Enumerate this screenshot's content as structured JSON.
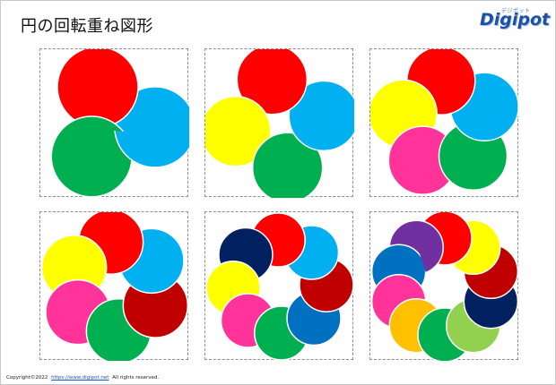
{
  "header": {
    "title": "円の回転重ね図形"
  },
  "logo": {
    "word": "Digipot",
    "sub": "デジポット"
  },
  "footer": {
    "copyright": "Copyright©2022",
    "link": "https://www.digipot.net",
    "rights": "All rights reserved."
  },
  "colors": {
    "red": "#ff0000",
    "green": "#00b050",
    "sky": "#00b0f0",
    "yellow": "#ffff00",
    "pink": "#ff3399",
    "darkred": "#c00000",
    "navy": "#002060",
    "blue": "#0070c0",
    "purple": "#7030a0",
    "orange": "#ffc000",
    "lightgreen": "#92d050"
  },
  "panels": [
    {
      "count": 3,
      "colors": [
        "red",
        "sky",
        "green"
      ]
    },
    {
      "count": 4,
      "colors": [
        "red",
        "sky",
        "green",
        "yellow"
      ]
    },
    {
      "count": 5,
      "colors": [
        "red",
        "sky",
        "green",
        "pink",
        "yellow"
      ]
    },
    {
      "count": 6,
      "colors": [
        "red",
        "sky",
        "darkred",
        "green",
        "pink",
        "yellow"
      ]
    },
    {
      "count": 8,
      "colors": [
        "red",
        "sky",
        "darkred",
        "blue",
        "green",
        "pink",
        "yellow",
        "navy"
      ]
    },
    {
      "count": 10,
      "colors": [
        "red",
        "yellow",
        "darkred",
        "navy",
        "lightgreen",
        "green",
        "orange",
        "pink",
        "blue",
        "purple"
      ]
    }
  ]
}
